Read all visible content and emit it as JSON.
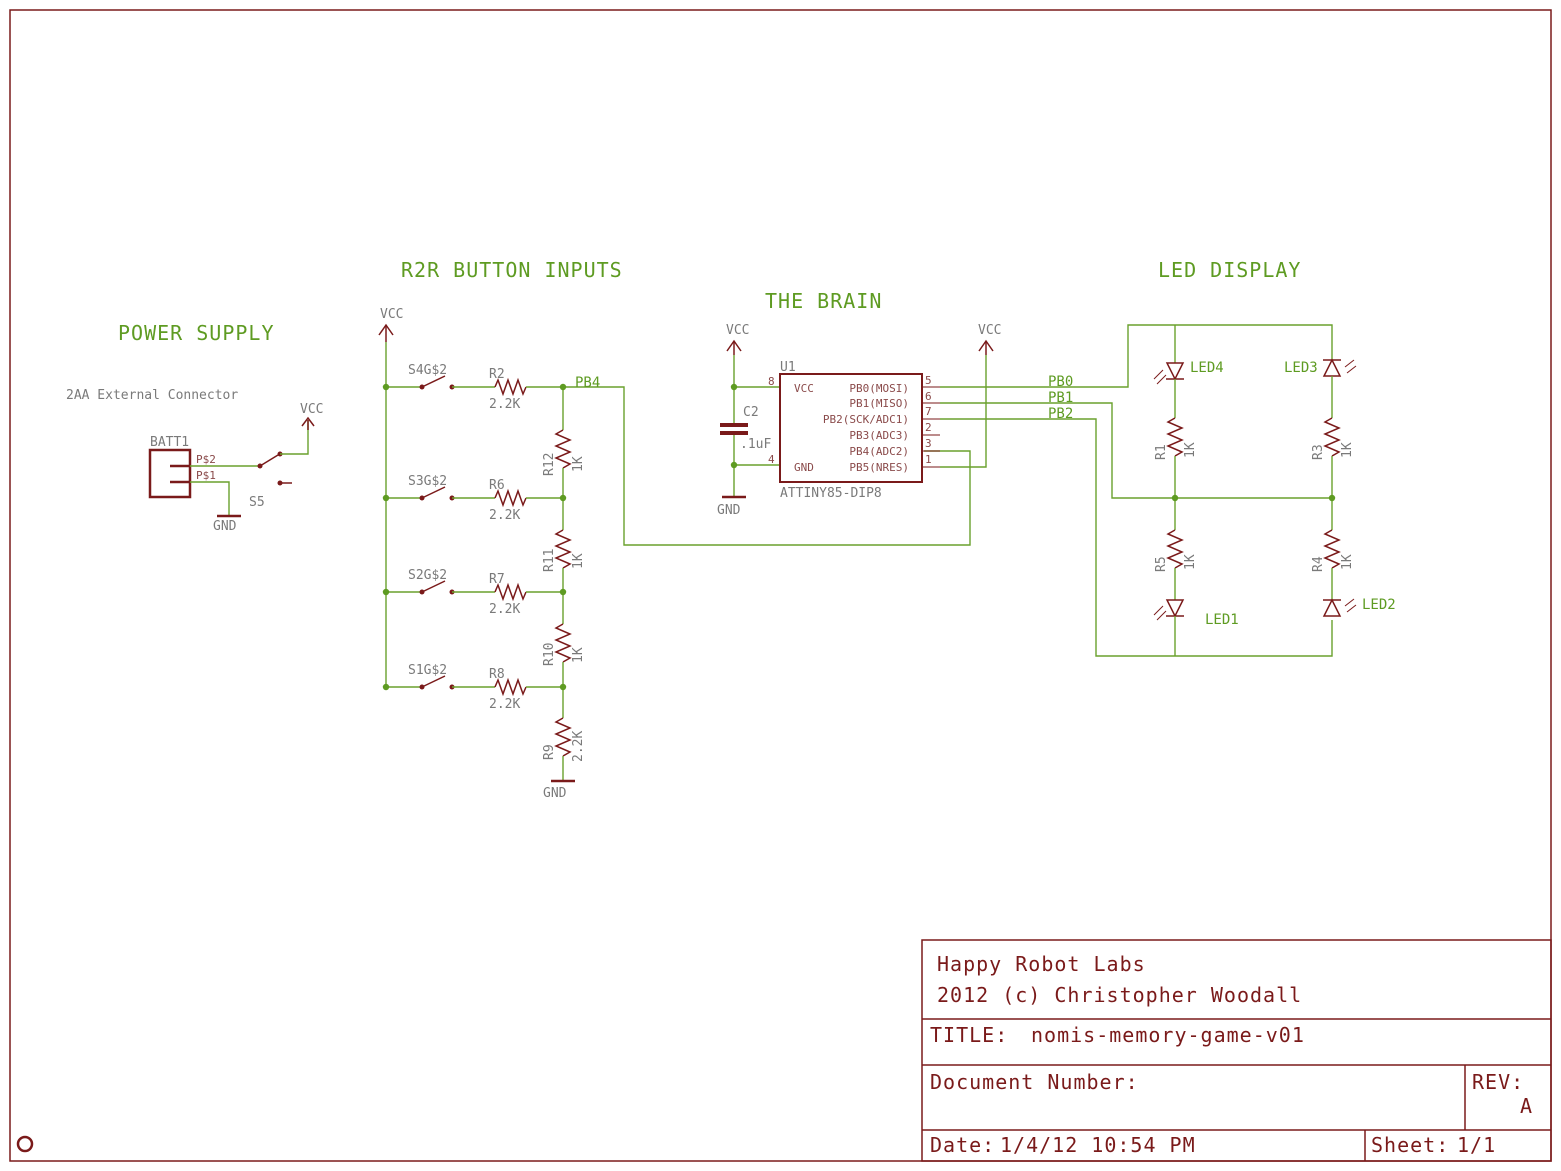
{
  "sections": {
    "power_supply": "POWER SUPPLY",
    "r2r_inputs": "R2R BUTTON INPUTS",
    "brain": "THE BRAIN",
    "led_display": "LED DISPLAY"
  },
  "power": {
    "connector_desc": "2AA External Connector",
    "batt_name": "BATT1",
    "pin2": "P$2",
    "pin1": "P$1",
    "switch_name": "S5",
    "vcc": "VCC",
    "gnd": "GND"
  },
  "r2r": {
    "vcc": "VCC",
    "gnd": "GND",
    "net_label": "PB4",
    "switches": [
      "S4G$2",
      "S3G$2",
      "S2G$2",
      "S1G$2"
    ],
    "series_resistors": [
      {
        "name": "R2",
        "value": "2.2K"
      },
      {
        "name": "R6",
        "value": "2.2K"
      },
      {
        "name": "R7",
        "value": "2.2K"
      },
      {
        "name": "R8",
        "value": "2.2K"
      }
    ],
    "ladder_resistors": [
      {
        "name": "R12",
        "value": "1K"
      },
      {
        "name": "R11",
        "value": "1K"
      },
      {
        "name": "R10",
        "value": "1K"
      },
      {
        "name": "R9",
        "value": "2.2K"
      }
    ]
  },
  "brain": {
    "vcc_left": "VCC",
    "vcc_right": "VCC",
    "gnd": "GND",
    "cap_name": "C2",
    "cap_value": ".1uF",
    "chip_ref": "U1",
    "chip_part": "ATTINY85-DIP8",
    "left_pins": [
      {
        "num": "8",
        "name": "VCC"
      },
      {
        "num": "4",
        "name": "GND"
      }
    ],
    "right_pins": [
      {
        "num": "5",
        "name": "PB0(MOSI)"
      },
      {
        "num": "6",
        "name": "PB1(MISO)"
      },
      {
        "num": "7",
        "name": "PB2(SCK/ADC1)"
      },
      {
        "num": "2",
        "name": "PB3(ADC3)"
      },
      {
        "num": "3",
        "name": "PB4(ADC2)"
      },
      {
        "num": "1",
        "name": "PB5(NRES)"
      }
    ],
    "nets": [
      "PB0",
      "PB1",
      "PB2"
    ]
  },
  "leds": {
    "led4": "LED4",
    "led3": "LED3",
    "led1": "LED1",
    "led2": "LED2",
    "r1": {
      "name": "R1",
      "value": "1K"
    },
    "r3": {
      "name": "R3",
      "value": "1K"
    },
    "r5": {
      "name": "R5",
      "value": "1K"
    },
    "r4": {
      "name": "R4",
      "value": "1K"
    }
  },
  "title_block": {
    "company": "Happy Robot Labs",
    "copyright": "2012 (c) Christopher Woodall",
    "title_label": "TITLE:",
    "title_value": "nomis-memory-game-v01",
    "docnum_label": "Document Number:",
    "rev_label": "REV:",
    "rev_value": "A",
    "date_label": "Date:",
    "date_value": "1/4/12 10:54 PM",
    "sheet_label": "Sheet:",
    "sheet_value": "1/1"
  },
  "colors": {
    "frame": "#7a1a1a",
    "wire": "#6aa12d",
    "label": "#5e9b22",
    "text_grey": "#7a7a7a"
  }
}
